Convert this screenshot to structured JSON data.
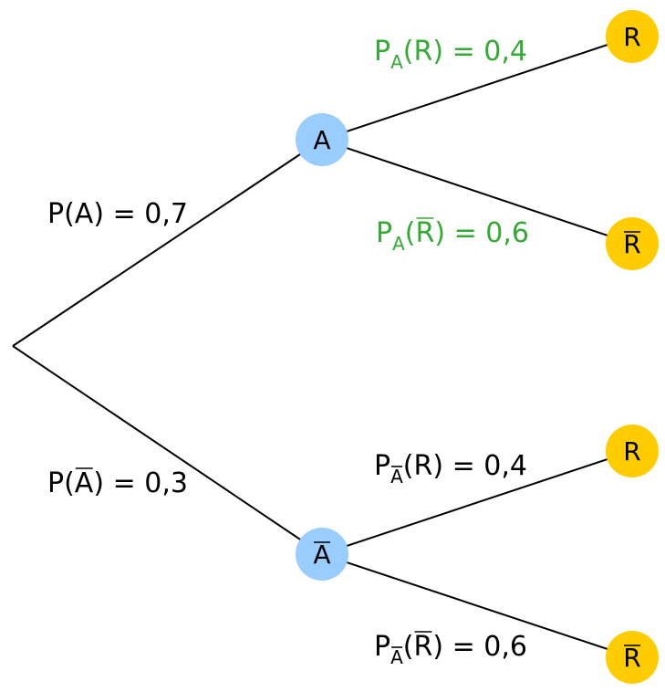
{
  "colors": {
    "event_node": "#99ccff",
    "leaf_node": "#ffcc00",
    "edge": "#000000",
    "text_default": "#000000",
    "text_highlight": "#33aa33"
  },
  "tree": {
    "first_level": [
      {
        "node_letter": "A",
        "node_bar": false,
        "edge_label": {
          "prefix": "P(",
          "letter": "A",
          "letter_bar": false,
          "suffix": ") = 0,7",
          "highlight": false
        },
        "branches": [
          {
            "leaf_letter": "R",
            "leaf_bar": false,
            "edge_label": {
              "base": "P",
              "sub": "A",
              "sub_bar": false,
              "paren_open": "(",
              "letter": "R",
              "letter_bar": false,
              "paren_close": ")",
              "value": " = 0,4",
              "highlight": true
            }
          },
          {
            "leaf_letter": "R",
            "leaf_bar": true,
            "edge_label": {
              "base": "P",
              "sub": "A",
              "sub_bar": false,
              "paren_open": "(",
              "letter": "R",
              "letter_bar": true,
              "paren_close": ")",
              "value": " = 0,6",
              "highlight": true
            }
          }
        ]
      },
      {
        "node_letter": "A",
        "node_bar": true,
        "edge_label": {
          "prefix": "P(",
          "letter": "A",
          "letter_bar": true,
          "suffix": ") = 0,3",
          "highlight": false
        },
        "branches": [
          {
            "leaf_letter": "R",
            "leaf_bar": false,
            "edge_label": {
              "base": "P",
              "sub": "A",
              "sub_bar": true,
              "paren_open": "(",
              "letter": "R",
              "letter_bar": false,
              "paren_close": ")",
              "value": " = 0,4",
              "highlight": false
            }
          },
          {
            "leaf_letter": "R",
            "leaf_bar": true,
            "edge_label": {
              "base": "P",
              "sub": "A",
              "sub_bar": true,
              "paren_open": "(",
              "letter": "R",
              "letter_bar": true,
              "paren_close": ")",
              "value": " = 0,6",
              "highlight": false
            }
          }
        ]
      }
    ]
  }
}
